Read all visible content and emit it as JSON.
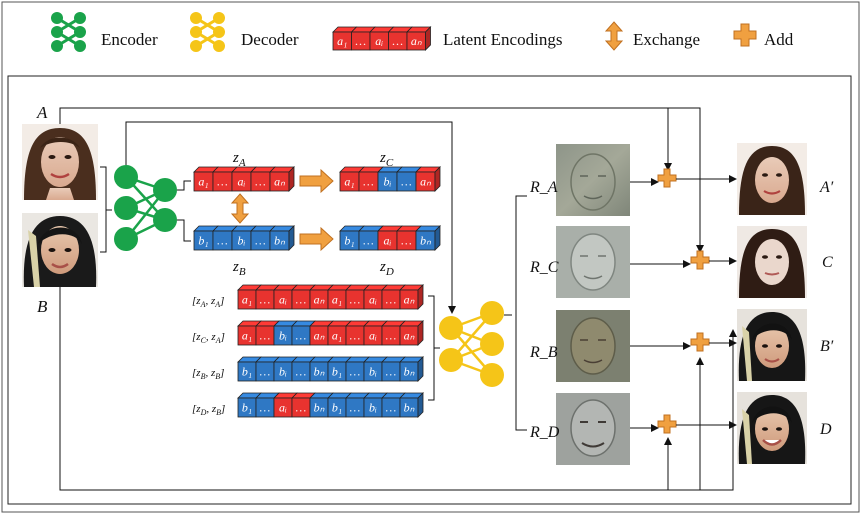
{
  "legend": {
    "encoder": "Encoder",
    "decoder": "Decoder",
    "latent": "Latent Encodings",
    "latent_cells": [
      "a₁",
      "…",
      "aᵢ",
      "…",
      "aₙ"
    ],
    "exchange": "Exchange",
    "add": "Add"
  },
  "inputs": {
    "a": "A",
    "b": "B"
  },
  "codes": {
    "za": {
      "label": "z_A",
      "cells": [
        "a₁",
        "…",
        "aᵢ",
        "…",
        "aₙ"
      ]
    },
    "zb": {
      "label": "z_B",
      "cells": [
        "b₁",
        "…",
        "bᵢ",
        "…",
        "bₙ"
      ]
    },
    "zc": {
      "label": "z_C",
      "cells": [
        "a₁",
        "…",
        "bᵢ",
        "…",
        "aₙ"
      ]
    },
    "zd": {
      "label": "z_D",
      "cells": [
        "b₁",
        "…",
        "aᵢ",
        "…",
        "bₙ"
      ]
    }
  },
  "pairs": [
    {
      "label": "[z_A, z_A]",
      "cells": [
        "a₁",
        "…",
        "aᵢ",
        "…",
        "aₙ",
        "a₁",
        "…",
        "aᵢ",
        "…",
        "aₙ"
      ]
    },
    {
      "label": "[z_C, z_A]",
      "cells": [
        "a₁",
        "…",
        "bᵢ",
        "…",
        "aₙ",
        "a₁",
        "…",
        "aᵢ",
        "…",
        "aₙ"
      ]
    },
    {
      "label": "[z_B, z_B]",
      "cells": [
        "b₁",
        "…",
        "bᵢ",
        "…",
        "bₙ",
        "b₁",
        "…",
        "bᵢ",
        "…",
        "bₙ"
      ]
    },
    {
      "label": "[z_D, z_B]",
      "cells": [
        "b₁",
        "…",
        "aᵢ",
        "…",
        "bₙ",
        "b₁",
        "…",
        "bᵢ",
        "…",
        "bₙ"
      ]
    }
  ],
  "residuals": [
    "R_A",
    "R_C",
    "R_B",
    "R_D"
  ],
  "outputs": [
    "A′",
    "C",
    "B′",
    "D"
  ],
  "colors": {
    "encoder": "#1aa34a",
    "decoder": "#f5c518",
    "red": "#e8332f",
    "blue": "#2f78c4",
    "orange": "#f0a040",
    "line": "#111111"
  }
}
